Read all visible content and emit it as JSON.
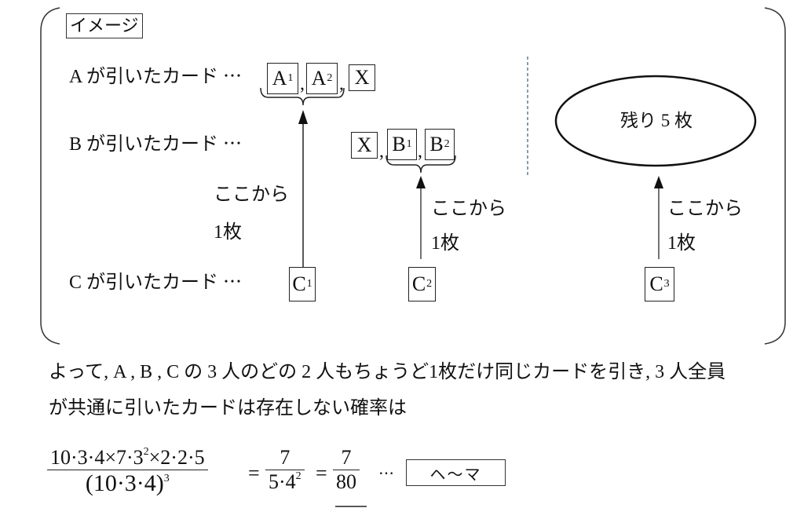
{
  "image_label": "イメージ",
  "rows": {
    "a": {
      "label": "A が引いたカード ⋯",
      "cards": [
        {
          "main": "A",
          "sub": "1"
        },
        {
          "main": "A",
          "sub": "2"
        },
        {
          "main": "X",
          "sub": ""
        }
      ]
    },
    "b": {
      "label": "B が引いたカード ⋯",
      "cards": [
        {
          "main": "X",
          "sub": ""
        },
        {
          "main": "B",
          "sub": "1"
        },
        {
          "main": "B",
          "sub": "2"
        }
      ]
    },
    "c": {
      "label": "C が引いたカード ⋯",
      "cards": [
        {
          "main": "C",
          "sub": "1"
        },
        {
          "main": "C",
          "sub": "2"
        },
        {
          "main": "C",
          "sub": "3"
        }
      ]
    }
  },
  "arrows": [
    {
      "line1": "ここから",
      "line2": "1枚"
    },
    {
      "line1": "ここから",
      "line2": "1枚"
    },
    {
      "line1": "ここから",
      "line2": "1枚"
    }
  ],
  "remaining": "残り 5 枚",
  "comma": ",",
  "explanation": {
    "line1": "よって, A , B , C の 3 人のどの 2 人もちょうど1枚だけ同じカードを引き, 3 人全員",
    "line2": "が共通に引いたカードは存在しない確率は"
  },
  "formula": {
    "frac1_num": "10·3·4×7·3",
    "frac1_num_exp": "2",
    "frac1_num_tail": "×2·2·5",
    "frac1_den": "(10·3·4)",
    "frac1_den_exp": "3",
    "eq": "=",
    "frac2_num": "7",
    "frac2_den": "5·4",
    "frac2_den_exp": "2",
    "frac3_num": "7",
    "frac3_den": "80",
    "dots": "⋯",
    "answer_label": "ヘ〜マ"
  }
}
